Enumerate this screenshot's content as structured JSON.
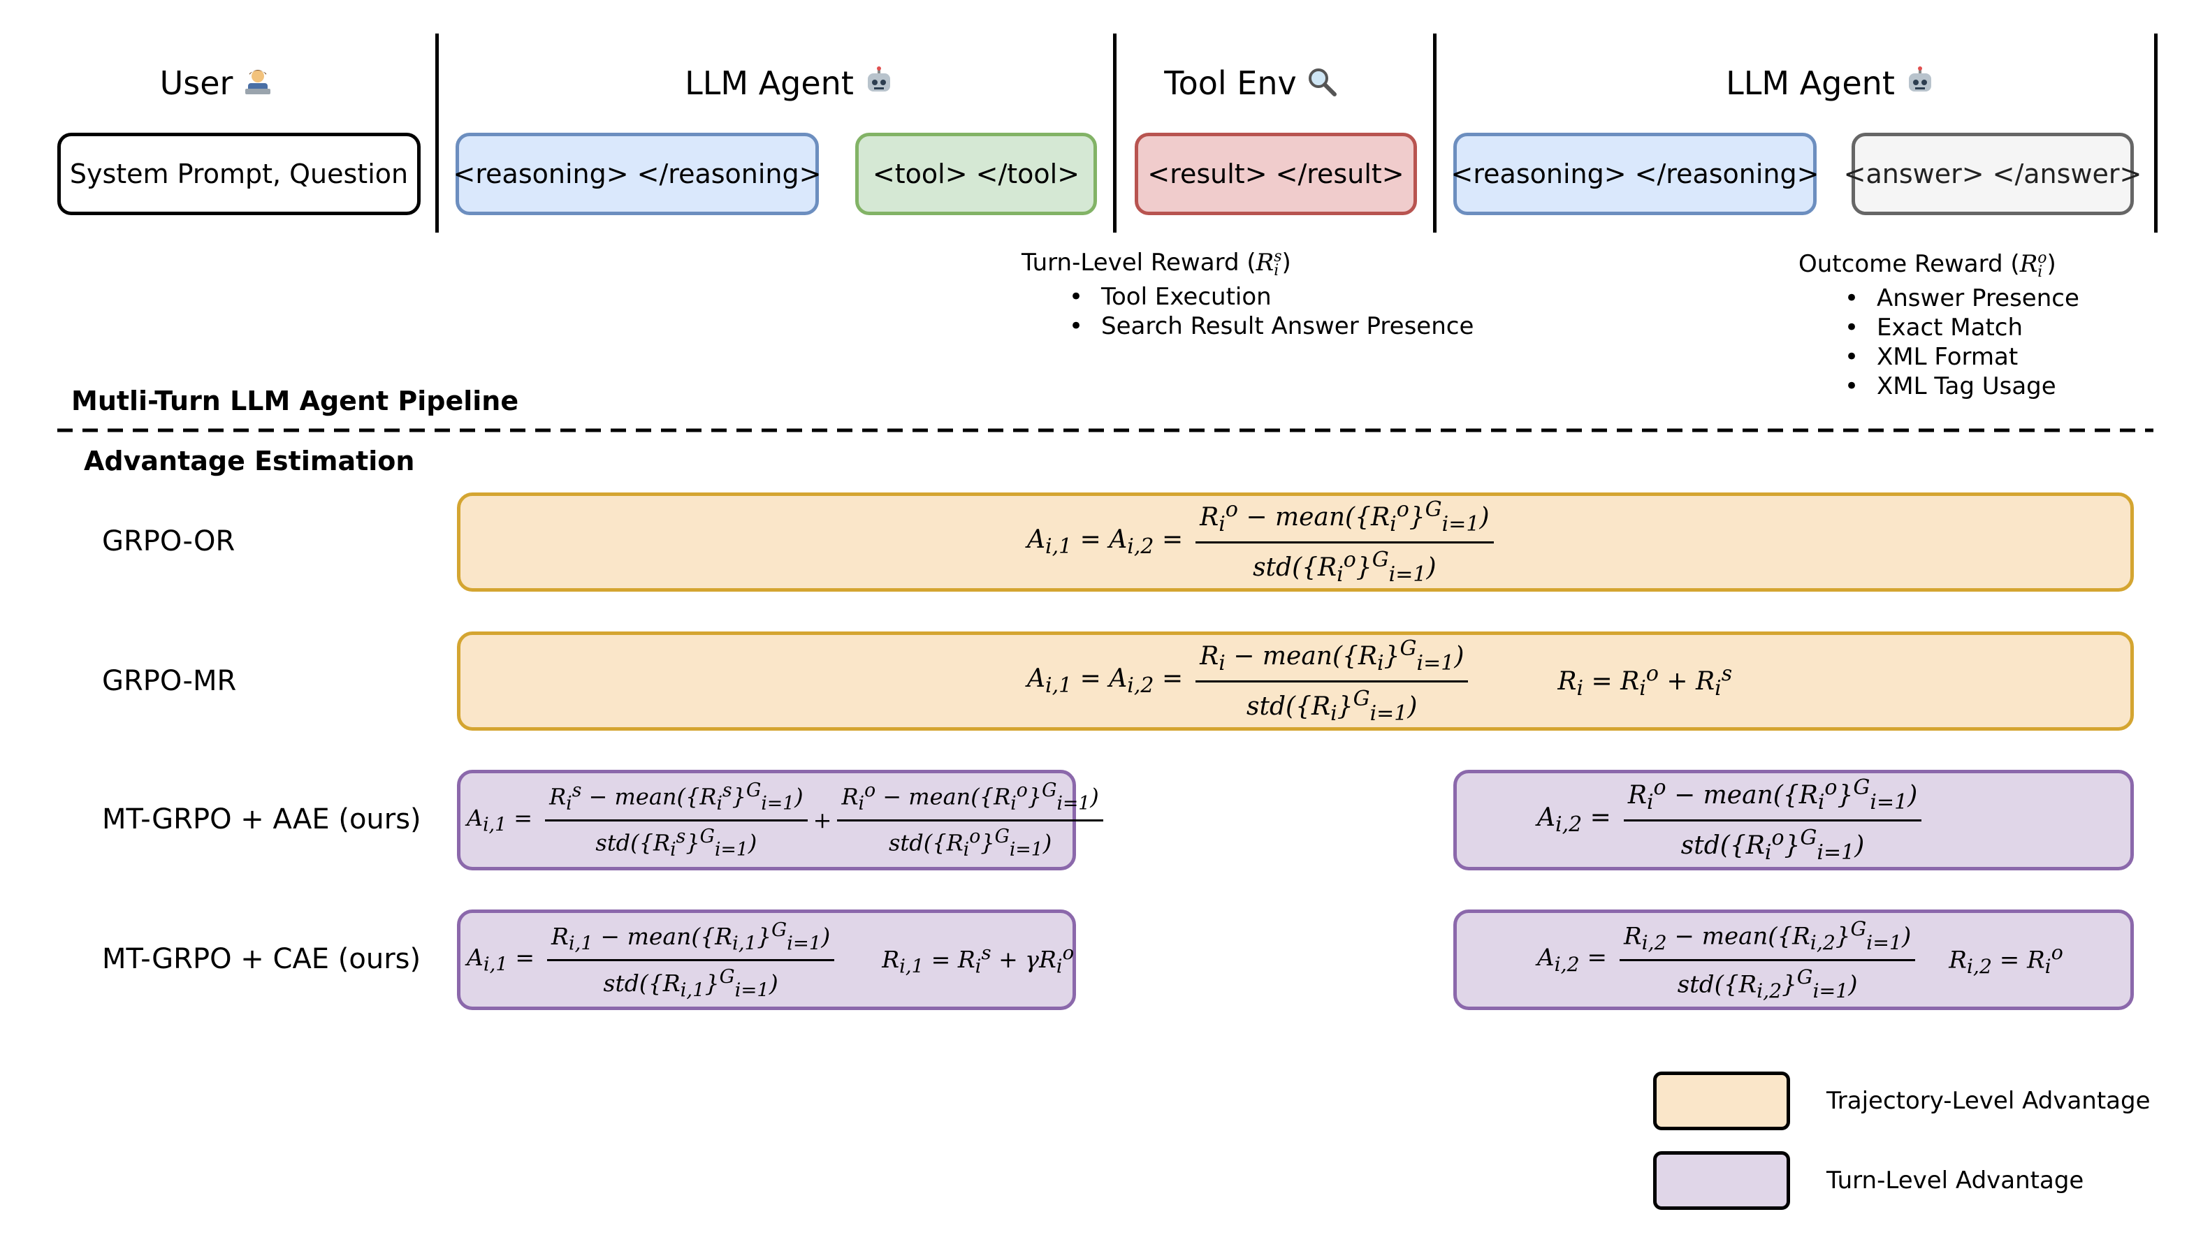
{
  "header": {
    "user": {
      "label": "User",
      "icon": "technologist-icon"
    },
    "agent1": {
      "label": "LLM Agent",
      "icon": "robot-icon"
    },
    "tool": {
      "label": "Tool Env",
      "icon": "magnifier-icon"
    },
    "agent2": {
      "label": "LLM Agent",
      "icon": "robot-icon"
    }
  },
  "pills": {
    "system": "System Prompt, Question",
    "reasoning1": "<reasoning> </reasoning>",
    "tool": "<tool> </tool>",
    "result": "<result> </result>",
    "reasoning2": "<reasoning> </reasoning>",
    "answer": "<answer> </answer>"
  },
  "turn_reward": {
    "title_prefix": "Turn-Level Reward (",
    "title_symbol": "R",
    "title_sup": "s",
    "title_sub": "i",
    "title_suffix": ")",
    "items": [
      "Tool Execution",
      "Search Result Answer Presence"
    ]
  },
  "outcome_reward": {
    "title_prefix": "Outcome Reward (",
    "title_symbol": "R",
    "title_sup": "o",
    "title_sub": "i",
    "title_suffix": ")",
    "items": [
      "Answer Presence",
      "Exact Match",
      "XML Format",
      "XML Tag Usage"
    ]
  },
  "sections": {
    "pipeline": "Mutli-Turn LLM Agent Pipeline",
    "advantage": "Advantage Estimation"
  },
  "methods": {
    "grpo_or": "GRPO-OR",
    "grpo_mr": "GRPO-MR",
    "mt_aae": "MT-GRPO + AAE (ours)",
    "mt_cae": "MT-GRPO + CAE (ours)"
  },
  "legend": {
    "trajectory": "Trajectory-Level Advantage",
    "turn": "Turn-Level Advantage"
  },
  "colors": {
    "user_border": "#000000",
    "reasoning_fill": "#dae8fc",
    "reasoning_border": "#6c8ebf",
    "tool_fill": "#d5e8d4",
    "tool_border": "#82b366",
    "result_fill": "#f0cccc",
    "result_border": "#b85450",
    "answer_fill": "#f5f5f5",
    "answer_border": "#666666",
    "trajectory_fill": "#fae6c9",
    "trajectory_border": "#d4a531",
    "turn_fill": "#e0d6e8",
    "turn_border": "#8b68ab"
  }
}
